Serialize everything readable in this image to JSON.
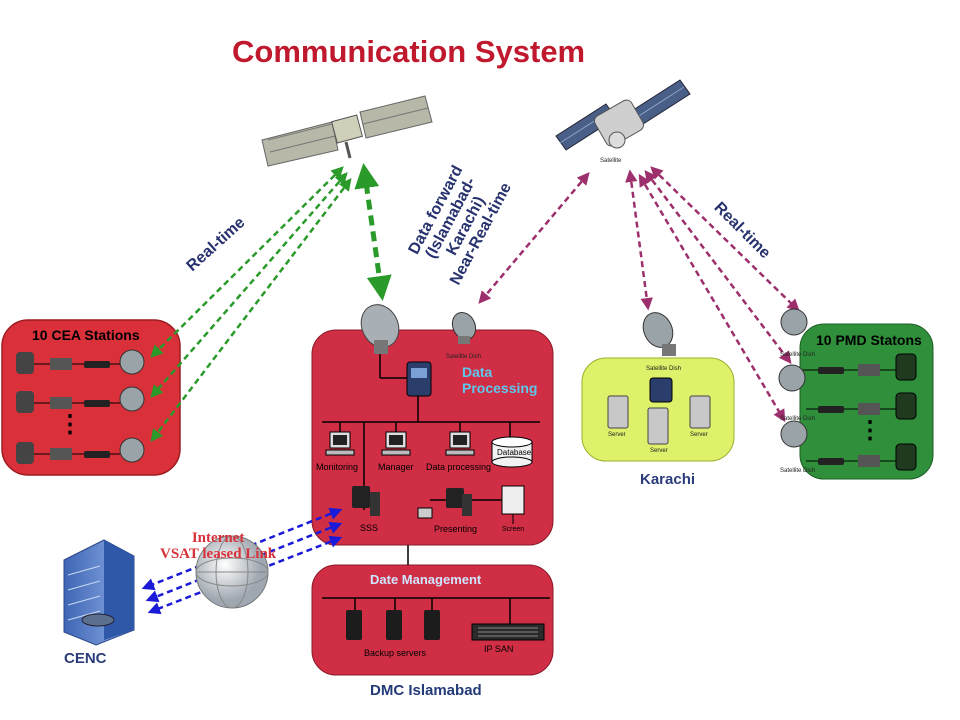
{
  "title": "Communication System",
  "links": {
    "realtime_left": "Real-time",
    "realtime_right": "Real-time",
    "forward_line1": "Data forward",
    "forward_line2": "(Islamabad-",
    "forward_line3": "Karachi)",
    "forward_line4": "Near-Real-time",
    "internet_line1": "Internet",
    "internet_line2": "VSAT leased Link"
  },
  "satellites": {
    "right_label": "Satellite"
  },
  "cea": {
    "title": "10 CEA Stations",
    "ellipsis": "⋮"
  },
  "pmd": {
    "title": "10 PMD Statons",
    "dish_label": "Satellite Dish",
    "ellipsis": "⋮"
  },
  "dmc": {
    "dish_label": "Satellite Dish",
    "processing_line1": "Data",
    "processing_line2": "Processing",
    "monitoring": "Monitoring",
    "manager": "Manager",
    "data_processing": "Data processing",
    "database": "Database",
    "sss": "SSS",
    "presenting": "Presenting",
    "screen": "Screen",
    "management_title": "Date Management",
    "backup": "Backup servers",
    "ipsan": "IP SAN",
    "caption": "DMC Islamabad"
  },
  "karachi": {
    "dish_label": "Satellite Dish",
    "server_left": "Server",
    "server_mid": "Server",
    "server_right": "Server",
    "caption": "Karachi"
  },
  "cenc": {
    "caption": "CENC"
  },
  "colors": {
    "red_box": "#d9303a",
    "dmc_box": "#cf2e45",
    "green_box": "#2f8f3a",
    "karachi_box": "#dff06a",
    "green_link": "#2a9a2a",
    "purple_link": "#9c2f6c",
    "blue_link": "#1a1ad8"
  }
}
